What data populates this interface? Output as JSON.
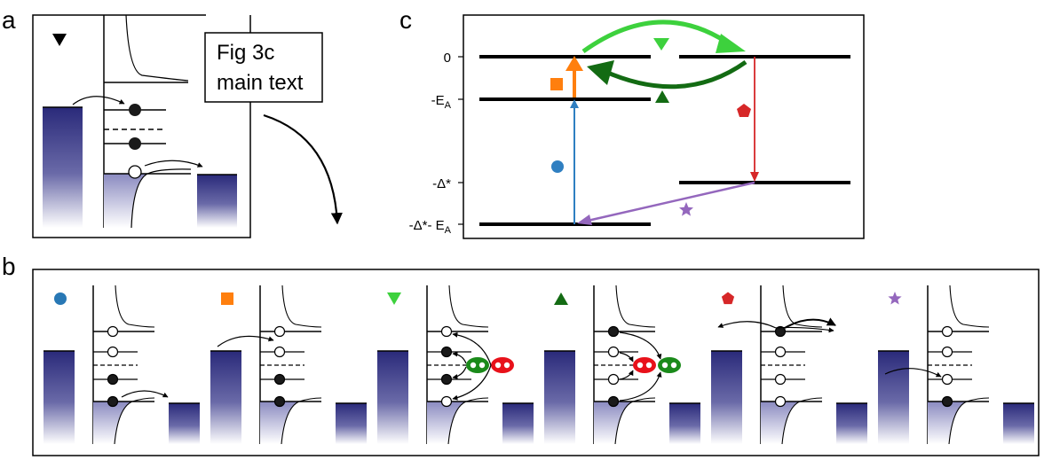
{
  "panels": {
    "a": {
      "letter": "a",
      "callout_line1": "Fig 3c",
      "callout_line2": "main text"
    },
    "b": {
      "letter": "b",
      "steps": [
        {
          "marker": "circle",
          "color": "#2878b5"
        },
        {
          "marker": "square",
          "color": "#ff7f0e"
        },
        {
          "marker": "triangle-down",
          "color": "#3dd13d"
        },
        {
          "marker": "triangle-up",
          "color": "#136b13"
        },
        {
          "marker": "pentagon",
          "color": "#d62728"
        },
        {
          "marker": "star",
          "color": "#9467bd"
        }
      ],
      "reservoir_color": "#2a2a7a",
      "pair_colors": {
        "green": "#1a8a1a",
        "red": "#e8111a"
      }
    },
    "c": {
      "letter": "c",
      "tick_labels": {
        "zero": "0",
        "ea_prefix": "-E",
        "ea_sub": "A",
        "delta": "-Δ*",
        "delta_ea_prefix": "-Δ*- E",
        "delta_ea_sub": "A"
      },
      "colors": {
        "blue": "#2f7fc1",
        "orange": "#ff7f0e",
        "lightgreen": "#3dd13d",
        "darkgreen": "#136b13",
        "red": "#d62728",
        "purple": "#9467bd"
      }
    }
  }
}
